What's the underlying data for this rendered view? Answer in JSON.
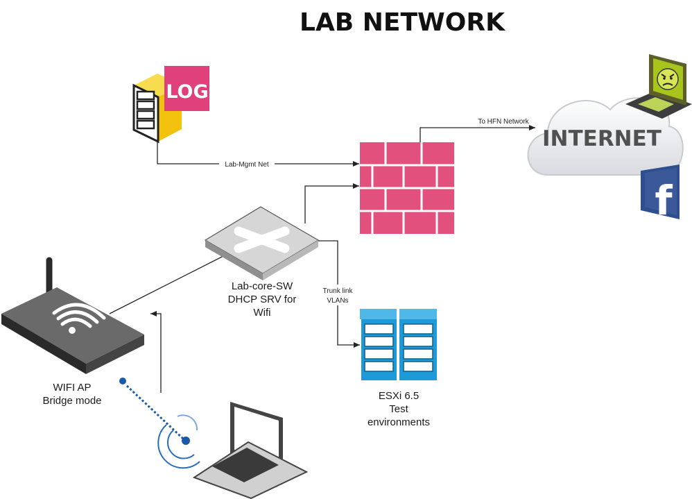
{
  "title": "LAB NETWORK",
  "nodes": {
    "log_server": {
      "badge": "LOG"
    },
    "firewall": {},
    "internet": {
      "label": "INTERNET"
    },
    "core_switch": {
      "line1": "Lab-core-SW",
      "line2": "DHCP SRV for",
      "line3": "Wifi"
    },
    "wifi_ap": {
      "line1": "WIFI AP",
      "line2": "Bridge mode"
    },
    "esxi": {
      "line1": "ESXi 6.5",
      "line2": "Test",
      "line3": "environments"
    },
    "laptop": {},
    "hacker_laptop": {},
    "facebook": {
      "glyph": "f"
    }
  },
  "links": {
    "mgmt": "Lab-Mgmt Net",
    "hfn": "To HFN Network",
    "trunk_line1": "Trunk link",
    "trunk_line2": "VLANs"
  },
  "colors": {
    "log_badge": "#e0417a",
    "log_yellow": "#f5cc18",
    "firewall": "#e2507e",
    "esxi_blue": "#1e9ad8",
    "facebook": "#3b5998",
    "hacker_green": "#a2c21c",
    "wifi_dot": "#1a5aa8"
  }
}
